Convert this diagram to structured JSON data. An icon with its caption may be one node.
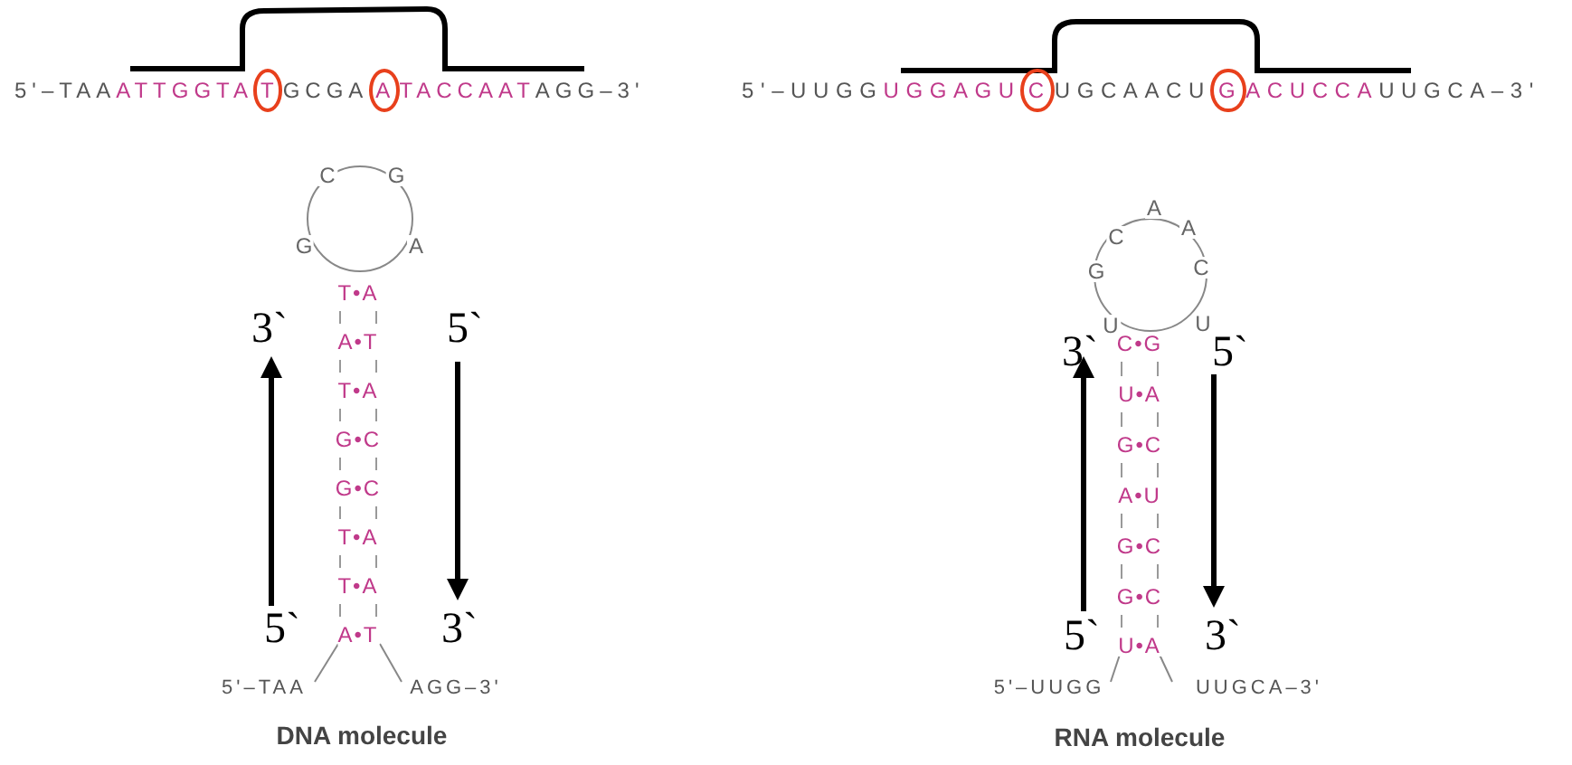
{
  "diagram": {
    "labels": [
      "5'–TAA",
      "ATTGGTA",
      "T",
      "GCGA",
      "A",
      "TACCAAT",
      "AGG–3'",
      "5'–UUGG",
      "UGGAGU",
      "C",
      "UGCAACU",
      "G",
      "ACUCCA",
      "UUGCA–3'",
      "C",
      "G",
      "G",
      "A",
      "3`",
      "5`",
      "T•A",
      "A•T",
      "T•A",
      "G•C",
      "G•C",
      "T•A",
      "T•A",
      "A•T",
      "5`",
      "3`",
      "5'–TAA",
      "AGG–3'",
      "DNA molecule",
      "U",
      "G",
      "C",
      "A",
      "A",
      "C",
      "U",
      "3`",
      "5`",
      "C•G",
      "U•A",
      "G•C",
      "A•U",
      "G•C",
      "G•C",
      "U•A",
      "5`",
      "3`",
      "5'–UUGG",
      "UUGCA–3'",
      "RNA molecule"
    ]
  }
}
